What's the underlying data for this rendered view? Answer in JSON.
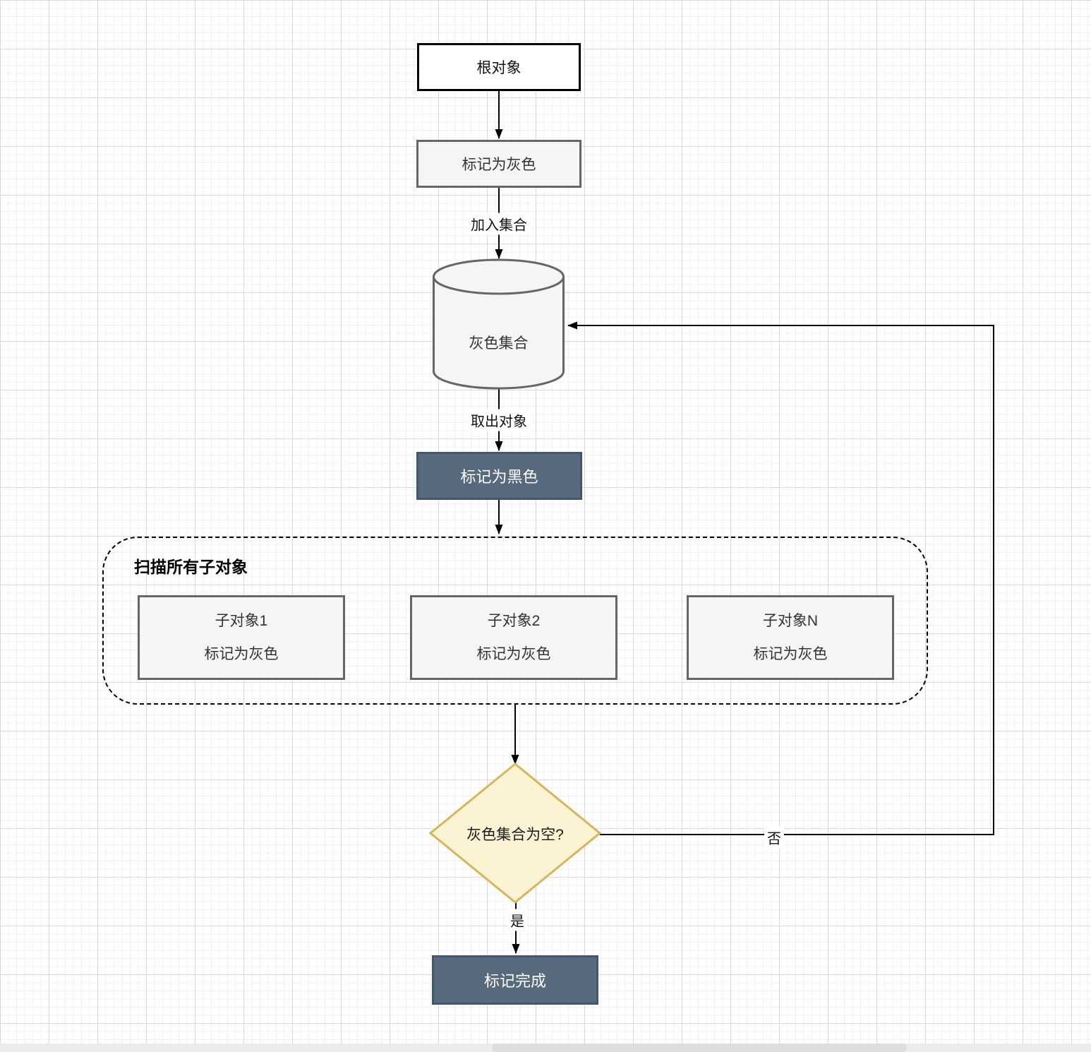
{
  "diagram": {
    "nodes": {
      "root": {
        "label": "根对象"
      },
      "mark_gray": {
        "label": "标记为灰色"
      },
      "gray_set": {
        "label": "灰色集合"
      },
      "mark_black": {
        "label": "标记为黑色"
      },
      "decision": {
        "label": "灰色集合为空?"
      },
      "done": {
        "label": "标记完成"
      }
    },
    "scan_group": {
      "title": "扫描所有子对象",
      "children": [
        {
          "line1": "子对象1",
          "line2": "标记为灰色"
        },
        {
          "line1": "子对象2",
          "line2": "标记为灰色"
        },
        {
          "line1": "子对象N",
          "line2": "标记为灰色"
        }
      ]
    },
    "edge_labels": {
      "add_to_set": "加入集合",
      "take_out": "取出对象",
      "no": "否",
      "yes": "是"
    },
    "colors": {
      "node_fill": "#f5f5f5",
      "node_border": "#666666",
      "dark_fill": "#57697d",
      "dark_border": "#44566b",
      "decision_fill": "#fcf3d4",
      "decision_border": "#d6b656",
      "edge_stroke": "#000000",
      "grid_minor": "#f1f0f1",
      "grid_major": "#d9d9d9"
    }
  }
}
